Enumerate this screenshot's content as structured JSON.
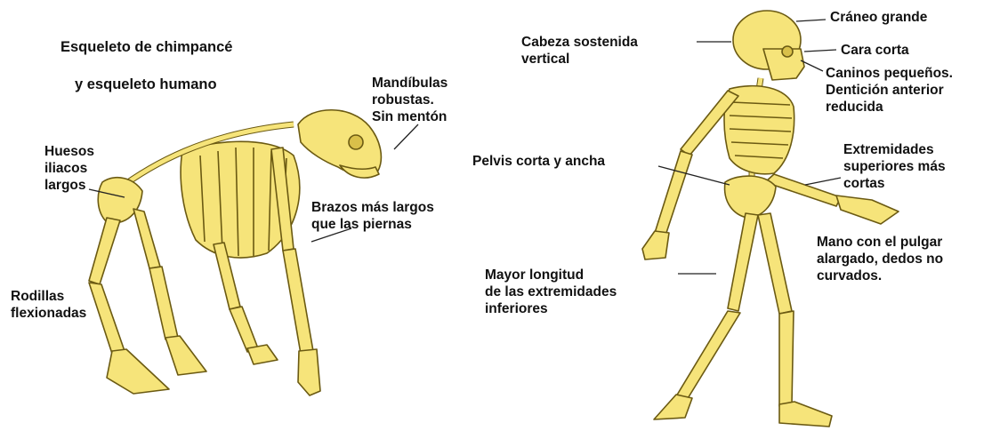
{
  "title_line1": "Esqueleto de chimpancé",
  "title_line2": "y esqueleto humano",
  "chimp_labels": {
    "mandibles": "Mandíbulas\nrobustas.\nSin mentón",
    "iliac": "Huesos\niliacos\nlargos",
    "arms": "Brazos más largos\nque las piernas",
    "knees": "Rodillas\nflexionadas"
  },
  "human_labels": {
    "skull": "Cráneo grande",
    "head": "Cabeza sostenida\nvertical",
    "face": "Cara corta",
    "canines": "Caninos pequeños.\nDentición anterior\nreducida",
    "pelvis": "Pelvis corta y ancha",
    "upper_limbs": "Extremidades\nsuperiores más\ncortas",
    "hand": "Mano con el pulgar\nalargado, dedos no\ncurvados.",
    "lower_limbs": "Mayor longitud\nde las extremidades\ninferiores"
  },
  "colors": {
    "bone": "#f6e47a",
    "bone_outline": "#6b5a12",
    "leader": "#222222"
  }
}
